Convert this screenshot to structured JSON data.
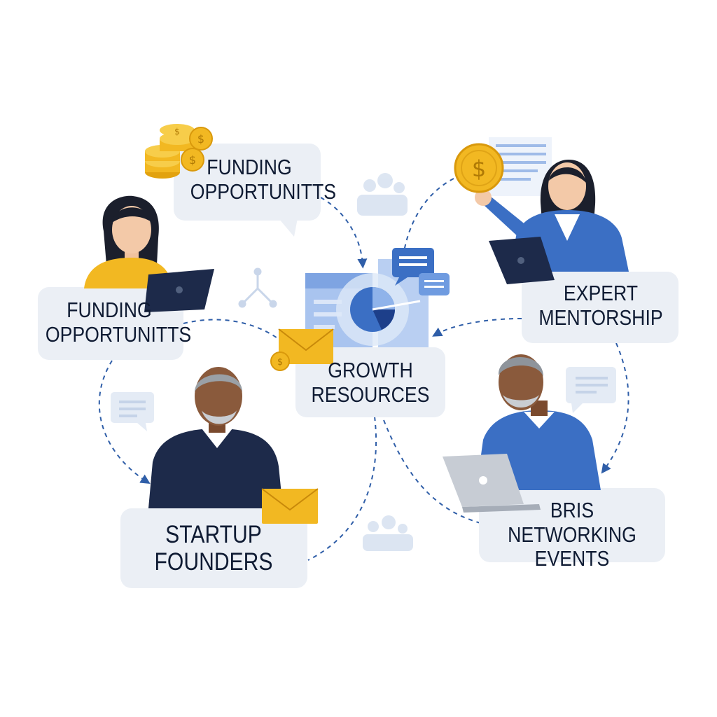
{
  "colors": {
    "panel": "#ebeff5",
    "navy": "#1d2a4a",
    "blue": "#3b6fc4",
    "light_blue": "#8fb3ea",
    "gold": "#f2b822",
    "skin_light": "#f3c9a8",
    "skin_dark": "#8a5a3c",
    "text": "#0f1b33",
    "arrow": "#2f5ea8"
  },
  "nodes": {
    "funding_top": {
      "line1": "FUNDING",
      "line2": "OPPORTUNITTS"
    },
    "funding_left": {
      "line1": "FUNDING",
      "line2": "OPPORTUNITTS"
    },
    "growth": {
      "line1": "GROWTH",
      "line2": "RESOURCES"
    },
    "mentorship": {
      "line1": "EXPERT",
      "line2": "MENTORSHIP"
    },
    "founders": {
      "line1": "STARTUP",
      "line2": "FOUNDERS"
    },
    "networking": {
      "line1": "BRIS",
      "line2": "NETWORKING EVENTS"
    }
  },
  "icons": [
    "coin-stack-icon",
    "dollar-coin-icon",
    "envelope-icon",
    "chat-bubble-icon",
    "pie-chart-icon",
    "laptop-icon",
    "people-icon",
    "network-icon"
  ]
}
